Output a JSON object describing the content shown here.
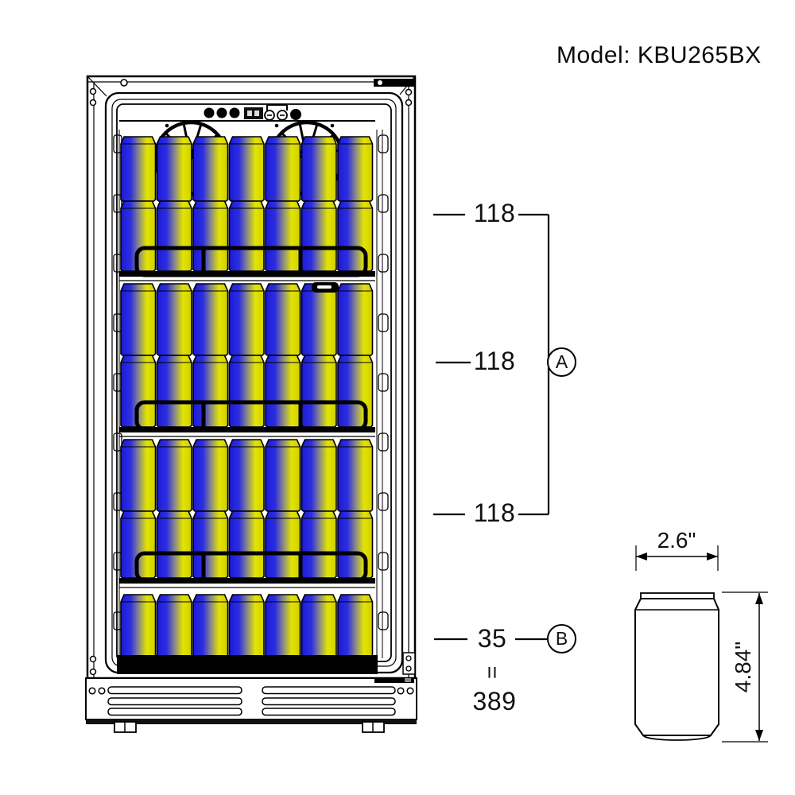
{
  "title": "Model: KBU265BX",
  "annotations": {
    "section_labels": [
      "118",
      "118",
      "118"
    ],
    "group_a": "A",
    "bottom_label": "35",
    "group_b": "B",
    "equals_sign": "=",
    "total": "389"
  },
  "can_detail": {
    "width_label": "2.6\"",
    "height_label": "4.84\""
  },
  "fridge": {
    "cans_per_row": 7,
    "shelf_sections": 3,
    "rows_per_section": 2,
    "bottom_rows": 1,
    "colors": {
      "can_blue": "#2222d8",
      "can_yellow": "#e4e400",
      "line": "#000000"
    }
  }
}
